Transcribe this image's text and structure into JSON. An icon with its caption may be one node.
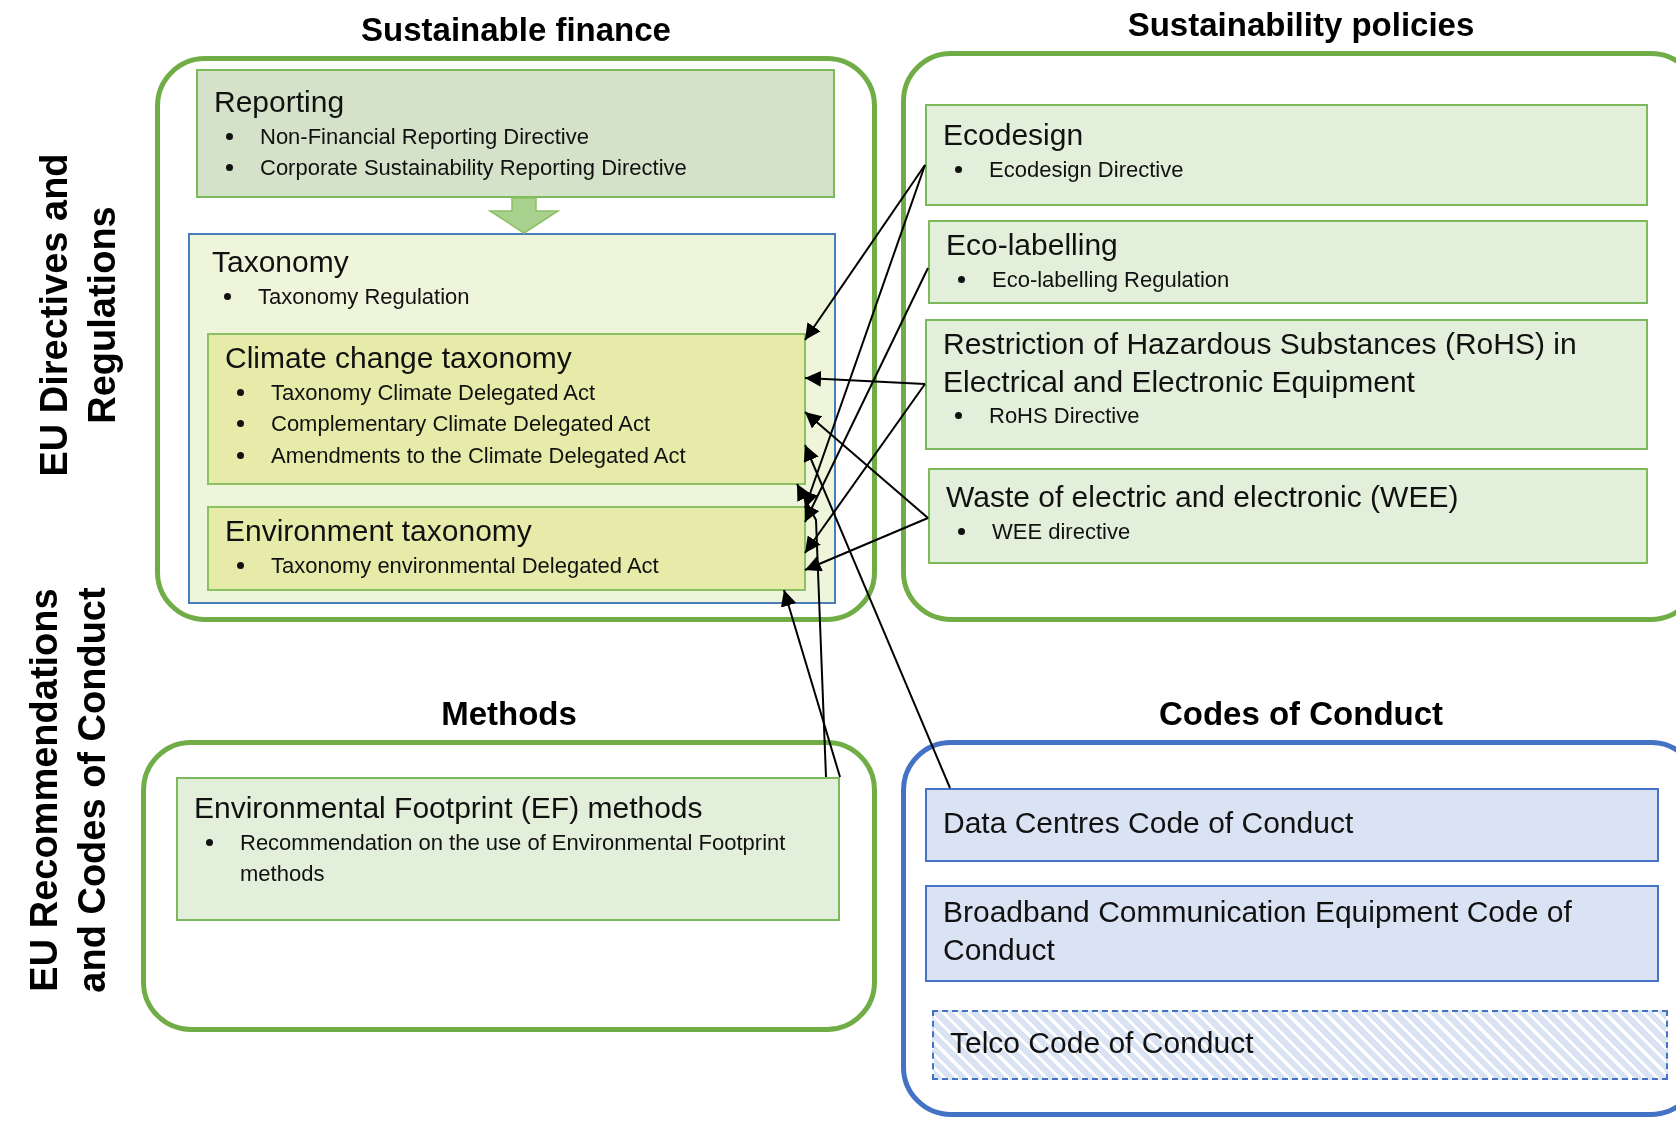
{
  "diagram": {
    "nodes": [
      {
        "text": [
          "Sustainable finance"
        ]
      },
      {
        "text": [
          "Reporting",
          "Non-Financial Reporting Directive",
          "Corporate Sustainability Reporting Directive"
        ],
        "in": 0
      },
      {
        "text": [
          "Taxonomy",
          "Taxonomy Regulation"
        ],
        "in": 0
      },
      {
        "text": [
          "Climate change taxonomy",
          "Taxonomy Climate Delegated Act",
          "Complementary Climate Delegated Act",
          "Amendments to the Climate Delegated Act"
        ],
        "in": 2
      },
      {
        "text": [
          "Environment taxonomy",
          "Taxonomy environmental Delegated Act"
        ],
        "in": 2
      },
      {
        "text": [
          "Sustainability policies"
        ]
      },
      {
        "text": [
          "Ecodesign",
          "Ecodesign Directive"
        ],
        "in": 5
      },
      {
        "text": [
          "Eco-labelling",
          "Eco-labelling Regulation"
        ],
        "in": 5
      },
      {
        "text": [
          "Restriction of Hazardous Substances (RoHS) in Electrical and Electronic Equipment",
          "RoHS Directive"
        ],
        "in": 5
      },
      {
        "text": [
          "Waste of electric and electronic (WEE)",
          "WEE directive"
        ],
        "in": 5
      },
      {
        "text": [
          "Methods"
        ]
      },
      {
        "text": [
          "Environmental Footprint (EF) methods",
          "Recommendation on the use of Environmental Footprint methods"
        ],
        "in": 10
      },
      {
        "text": [
          "Codes of Conduct"
        ]
      },
      {
        "text": [
          "Data Centres Code of Conduct"
        ],
        "in": 12
      },
      {
        "text": [
          "Broadband Communication Equipment Code of Conduct"
        ],
        "in": 12
      },
      {
        "text": [
          "Telco Code of Conduct"
        ],
        "in": 12
      }
    ],
    "edges": [
      {
        "from": 1,
        "to": 2,
        "arrow": "to",
        "style": "thick",
        "color": "#a9d18e"
      },
      {
        "from": 6,
        "to": 3,
        "arrow": "to"
      },
      {
        "from": 6,
        "to": 4,
        "arrow": "to"
      },
      {
        "from": 7,
        "to": 4,
        "arrow": "to"
      },
      {
        "from": 8,
        "to": 3,
        "arrow": "to"
      },
      {
        "from": 8,
        "to": 4,
        "arrow": "to"
      },
      {
        "from": 9,
        "to": 3,
        "arrow": "to"
      },
      {
        "from": 9,
        "to": 4,
        "arrow": "to"
      },
      {
        "from": 13,
        "to": 3,
        "arrow": "to"
      },
      {
        "from": 11,
        "to": 3,
        "arrow": "to"
      },
      {
        "from": 11,
        "to": 4,
        "arrow": "to"
      }
    ],
    "labels": [
      "EU Directives and Regulations",
      "EU Recommendations and Codes of Conduct"
    ]
  }
}
